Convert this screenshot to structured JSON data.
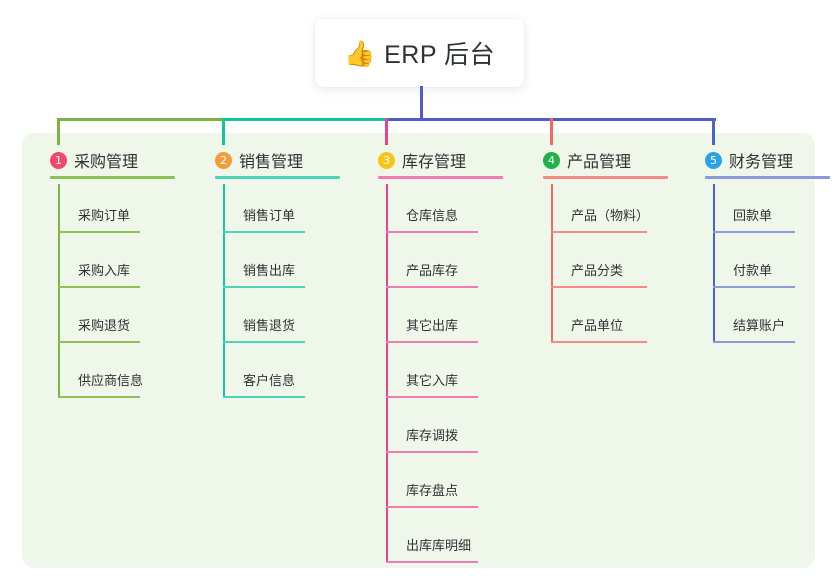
{
  "root": {
    "emoji": "👍",
    "emoji_name": "thumbs-up-icon",
    "title": "ERP 后台"
  },
  "colors": {
    "panel_bg": "#eef7ea",
    "page_bg": "#ffffff",
    "text": "#303133",
    "trunk_blue": "#4f5dc4",
    "col1": "#7cb342",
    "col1_badge": "#f2496b",
    "col1_rule": "#8dc153",
    "col2": "#14c3a2",
    "col2_badge": "#f39c3d",
    "col2_rule": "#4fd3b8",
    "col3": "#e8458c",
    "col3_badge": "#f5c518",
    "col3_rule": "#f07cb4",
    "col4": "#f4685f",
    "col4_badge": "#21b24b",
    "col4_rule": "#f58b84",
    "col5": "#4f63c7",
    "col5_badge": "#29a3e8",
    "col5_rule": "#8c9ada"
  },
  "columns": [
    {
      "index": "1",
      "title": "采购管理",
      "items": [
        {
          "label": "采购订单"
        },
        {
          "label": "采购入库"
        },
        {
          "label": "采购退货"
        },
        {
          "label": "供应商信息"
        }
      ]
    },
    {
      "index": "2",
      "title": "销售管理",
      "items": [
        {
          "label": "销售订单"
        },
        {
          "label": "销售出库"
        },
        {
          "label": "销售退货"
        },
        {
          "label": "客户信息"
        }
      ]
    },
    {
      "index": "3",
      "title": "库存管理",
      "items": [
        {
          "label": "仓库信息"
        },
        {
          "label": "产品库存"
        },
        {
          "label": "其它出库"
        },
        {
          "label": "其它入库"
        },
        {
          "label": "库存调拨"
        },
        {
          "label": "库存盘点"
        },
        {
          "label": "出库库明细"
        }
      ]
    },
    {
      "index": "4",
      "title": "产品管理",
      "items": [
        {
          "label": "产品（物料）"
        },
        {
          "label": "产品分类"
        },
        {
          "label": "产品单位"
        }
      ]
    },
    {
      "index": "5",
      "title": "财务管理",
      "items": [
        {
          "label": "回款单"
        },
        {
          "label": "付款单"
        },
        {
          "label": "结算账户"
        }
      ]
    }
  ]
}
